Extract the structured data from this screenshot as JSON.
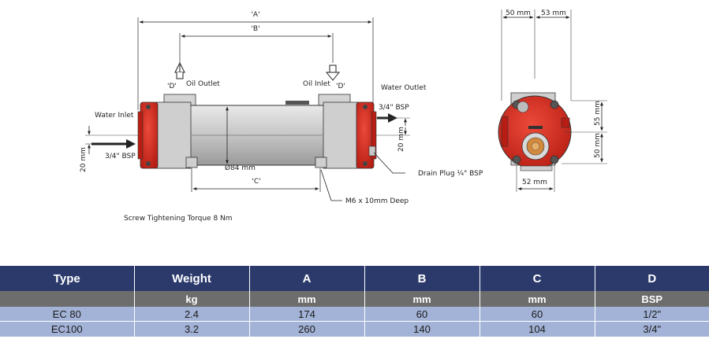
{
  "drawing": {
    "dimensions": {
      "a": "'A'",
      "b": "'B'",
      "c": "'C'",
      "d_left": "'D'",
      "d_right": "'D'",
      "dia84": "Ø84 mm",
      "bsp_left": "3/4\" BSP",
      "bsp_right": "3/4\" BSP",
      "h20_left": "20 mm",
      "h20_right": "20 mm",
      "w50": "50 mm",
      "w53": "53 mm",
      "h55": "55 mm",
      "h50": "50 mm",
      "w52": "52 mm"
    },
    "labels": {
      "oil_outlet": "Oil Outlet",
      "oil_inlet": "Oil Inlet",
      "water_inlet": "Water Inlet",
      "water_outlet": "Water Outlet",
      "drain_plug": "Drain Plug ¼\" BSP",
      "mount_thread": "M6 x 10mm Deep",
      "torque_note": "Screw Tightening Torque 8 Nm"
    },
    "colors": {
      "body": "#c8c8c8",
      "end_cap": "#d42a1e",
      "outline": "#333333"
    }
  },
  "table": {
    "headers": [
      "Type",
      "Weight",
      "A",
      "B",
      "C",
      "D"
    ],
    "units": [
      "",
      "kg",
      "mm",
      "mm",
      "mm",
      "BSP"
    ],
    "rows": [
      [
        "EC 80",
        "2.4",
        "174",
        "60",
        "60",
        "1/2\""
      ],
      [
        "EC100",
        "3.2",
        "260",
        "140",
        "104",
        "3/4\""
      ]
    ]
  }
}
